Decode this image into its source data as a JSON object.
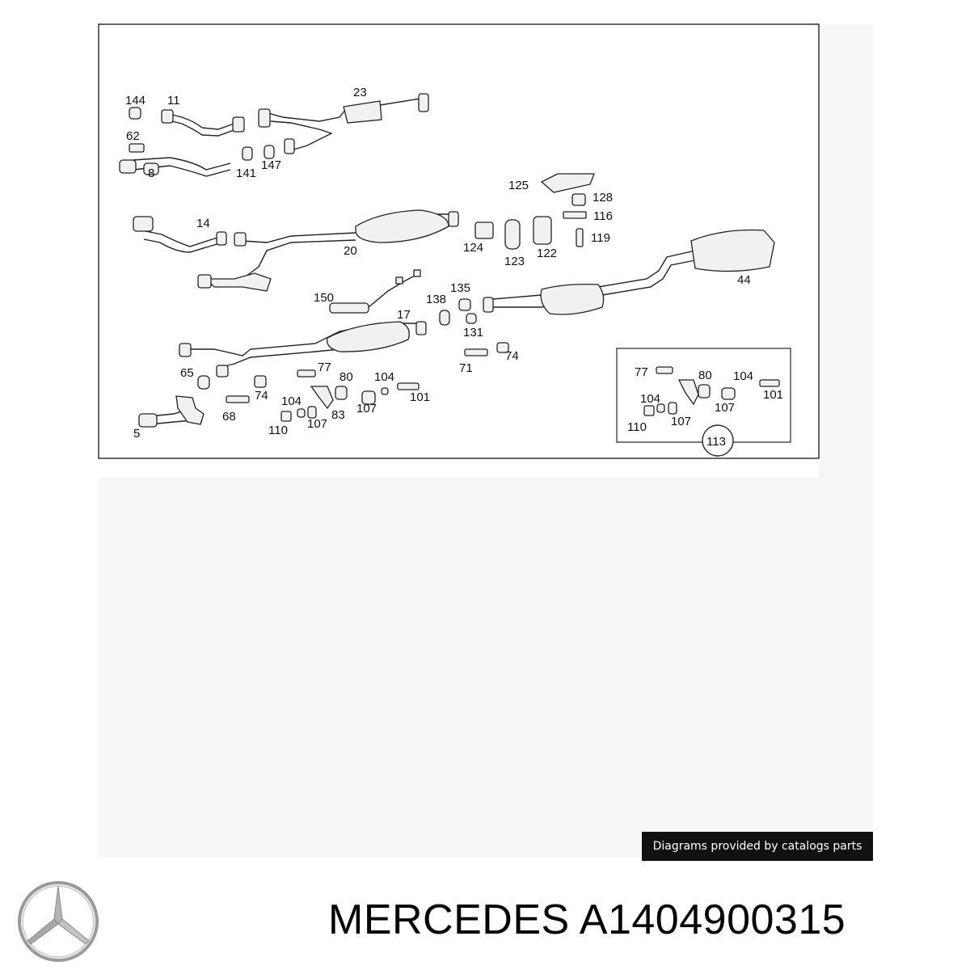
{
  "diagram": {
    "labels": [
      "144",
      "11",
      "23",
      "62",
      "8",
      "141",
      "147",
      "125",
      "128",
      "14",
      "116",
      "124",
      "119",
      "20",
      "123",
      "122",
      "44",
      "150",
      "135",
      "138",
      "17",
      "131",
      "74",
      "71",
      "77",
      "65",
      "80",
      "104",
      "101",
      "74",
      "68",
      "104",
      "107",
      "83",
      "110",
      "107",
      "5",
      "77",
      "80",
      "104",
      "101",
      "104",
      "107",
      "110",
      "107",
      "113"
    ]
  },
  "credit": {
    "text": "Diagrams provided by catalogs parts"
  },
  "title": {
    "text": "MERCEDES A1404900315"
  },
  "colors": {
    "badge_bg": "#111111",
    "frame": "#333333"
  }
}
